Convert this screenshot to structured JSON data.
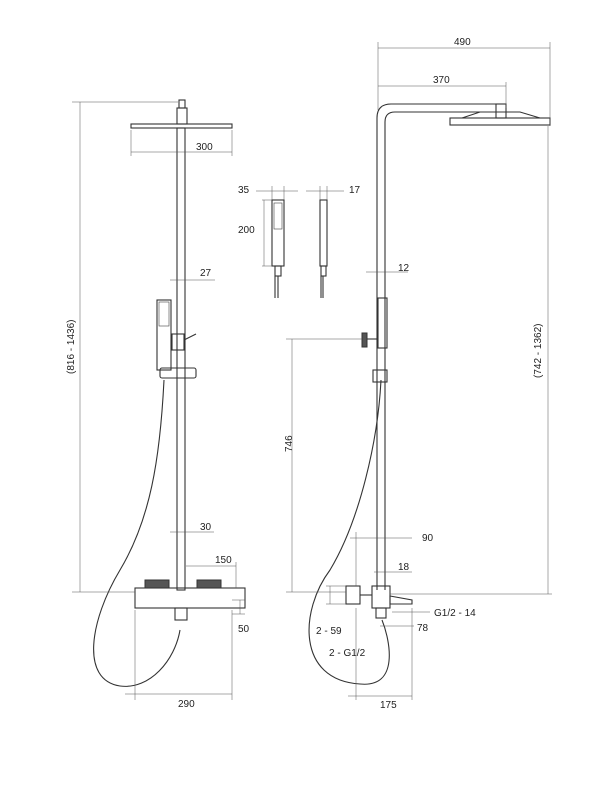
{
  "dimensions": {
    "left_head_width": "300",
    "left_total_height": "(816 - 1436)",
    "left_pipe_diameter": "27",
    "left_lower_pipe": "30",
    "left_mixer_width": "150",
    "left_mixer_height": "50",
    "left_base_width": "290",
    "handshower_width": "35",
    "handshower_depth": "17",
    "handshower_length": "200",
    "right_total_reach": "490",
    "right_arm_reach": "370",
    "right_pipe_diameter": "12",
    "right_total_height": "(742 - 1362)",
    "right_valve_height": "746",
    "right_offset_90": "90",
    "right_offset_18": "18",
    "right_thread_label": "G1/2 - 14",
    "right_offset_78": "78",
    "right_connection_59": "2 - 59",
    "right_connection_g12": "2 - G1/2",
    "right_base_175": "175"
  }
}
